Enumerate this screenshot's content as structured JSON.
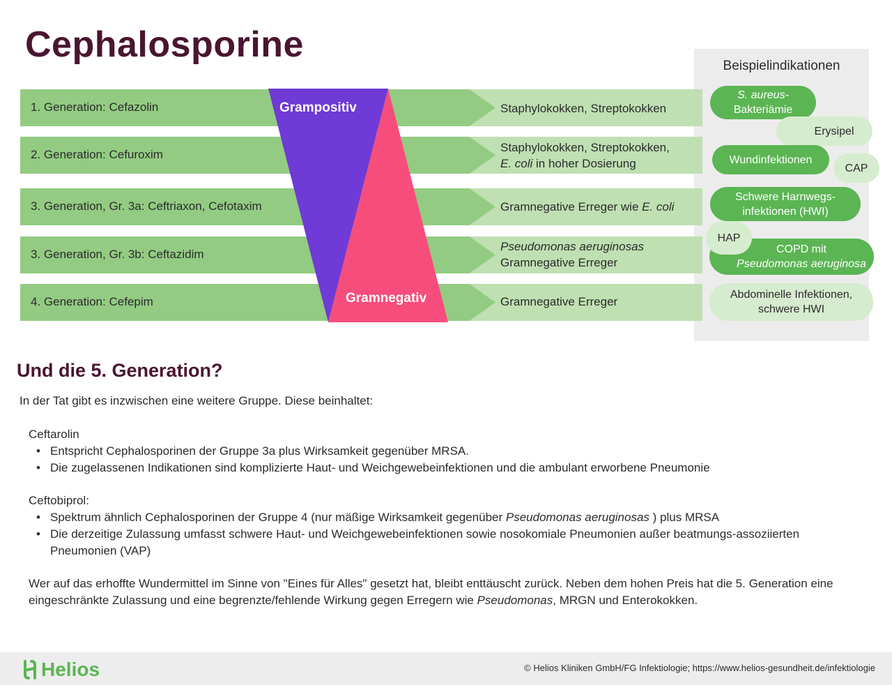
{
  "title": "Cephalosporine",
  "panel": {
    "title": "Beispielindikationen"
  },
  "generations": [
    {
      "label": "1. Generation: Cefazolin",
      "spectrum_pre": "Staphylokokken, Streptokokken",
      "spectrum_italic": "",
      "spectrum_post": ""
    },
    {
      "label": "2. Generation: Cefuroxim",
      "spectrum_pre": "Staphylokokken, Streptokokken,",
      "spectrum_italic": "E. coli",
      "spectrum_post": " in hoher Dosierung"
    },
    {
      "label": "3. Generation, Gr. 3a: Ceftriaxon, Cefotaxim",
      "spectrum_pre": "Gramnegative Erreger wie ",
      "spectrum_italic": "E. coli",
      "spectrum_post": ""
    },
    {
      "label": "3. Generation, Gr. 3b: Ceftazidim",
      "spectrum_pre": "",
      "spectrum_italic": "Pseudomonas aeruginosas",
      "spectrum_post": "Gramnegative Erreger"
    },
    {
      "label": "4. Generation: Cefepim",
      "spectrum_pre": "Gramnegative Erreger",
      "spectrum_italic": "",
      "spectrum_post": ""
    }
  ],
  "triangles": {
    "grampositive": "Grampositiv",
    "gramnegative": "Gramnegativ"
  },
  "colors": {
    "grampositive": "#6f3ad6",
    "gramnegative": "#f74d7c",
    "title": "#4a1530",
    "green_dark": "#5bb553",
    "green_bar": "#93cb82",
    "green_light": "#bfe0b2"
  },
  "indications": {
    "s_aureus_italic": "S. aureus-",
    "s_aureus_text": "Bakteriämie",
    "erysipel": "Erysipel",
    "wundinfektionen": "Wundinfektionen",
    "cap": "CAP",
    "hwi_line1": "Schwere Harnwegs-",
    "hwi_line2": "infektionen (HWI)",
    "hap": "HAP",
    "copd_line1": "COPD mit",
    "copd_italic": "Pseudomonas aeruginosa",
    "abdominal_line1": "Abdominelle Infektionen,",
    "abdominal_line2": "schwere HWI"
  },
  "section": {
    "title": "Und die 5. Generation?",
    "intro": "In der Tat gibt es inzwischen eine weitere Gruppe. Diese beinhaltet:",
    "ceftarolin": {
      "name": "Ceftarolin",
      "bullet1": "Entspricht Cephalosporinen der Gruppe 3a plus Wirksamkeit gegenüber MRSA.",
      "bullet2": "Die zugelassenen Indikationen sind komplizierte Haut- und Weichgewebeinfektionen und die ambulant erworbene Pneumonie"
    },
    "ceftobiprol": {
      "name": "Ceftobiprol:",
      "bullet1_pre": "Spektrum ähnlich Cephalosporinen der Gruppe 4 (nur mäßige Wirksamkeit gegenüber ",
      "bullet1_italic": "Pseudomonas aeruginosas",
      "bullet1_post": " ) plus MRSA",
      "bullet2": "Die derzeitige Zulassung umfasst schwere Haut- und Weichgewebeinfektionen sowie nosokomiale Pneumonien außer beatmungs-assoziierten Pneumonien (VAP)"
    },
    "closing_pre": "Wer auf das erhoffte Wundermittel im Sinne von \"Eines für Alles\" gesetzt hat, bleibt enttäuscht zurück. Neben dem hohen Preis hat die 5. Generation eine eingeschränkte Zulassung und eine begrenzte/fehlende Wirkung gegen Erregern wie ",
    "closing_italic": "Pseudomonas",
    "closing_post": ", MRGN und Enterokokken."
  },
  "footer": {
    "logo": "Helios",
    "copyright": "© Helios Kliniken GmbH/FG Infektiologie;  https://www.helios-gesundheit.de/infektiologie"
  }
}
